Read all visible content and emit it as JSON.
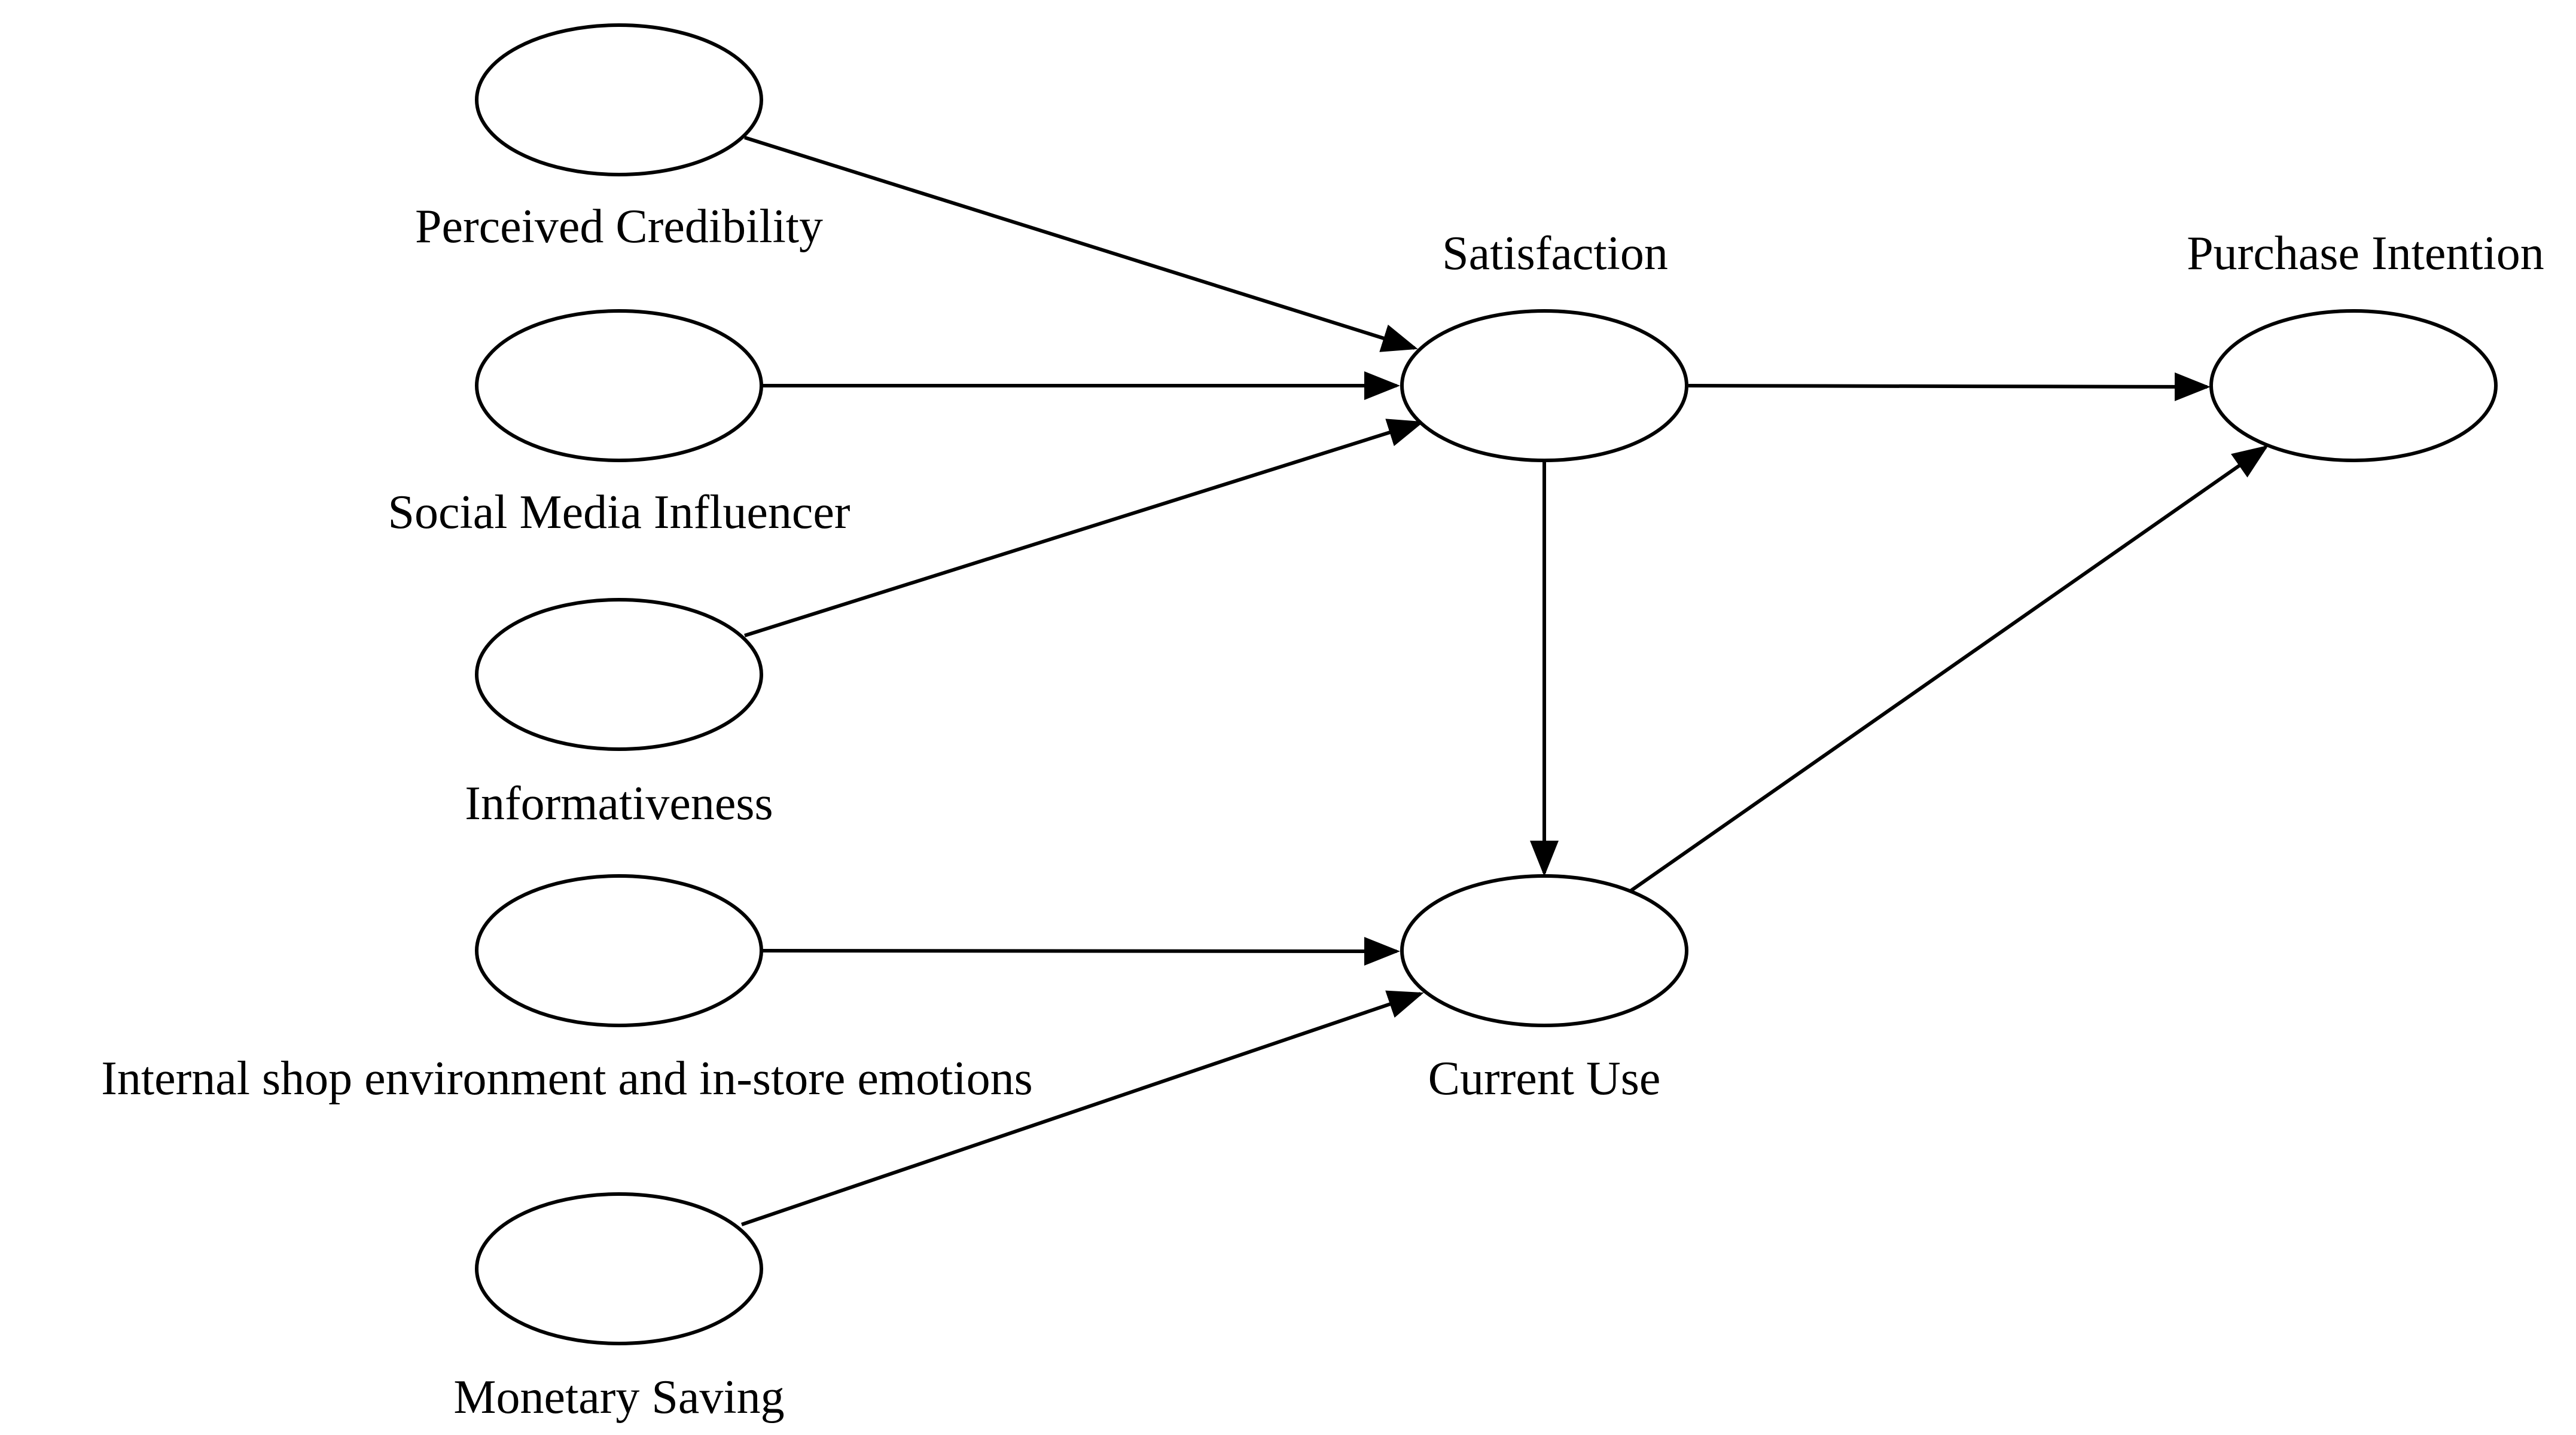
{
  "diagram": {
    "nodes": [
      {
        "id": "perceived_credibility",
        "label": "Perceived Credibility"
      },
      {
        "id": "social_media_influencer",
        "label": "Social Media Influencer"
      },
      {
        "id": "informativeness",
        "label": "Informativeness"
      },
      {
        "id": "internal_shop",
        "label": "Internal shop environment and in-store emotions"
      },
      {
        "id": "monetary_saving",
        "label": "Monetary Saving"
      },
      {
        "id": "satisfaction",
        "label": "Satisfaction"
      },
      {
        "id": "current_use",
        "label": "Current Use"
      },
      {
        "id": "purchase_intention",
        "label": "Purchase Intention"
      }
    ],
    "edges": [
      {
        "from": "perceived_credibility",
        "to": "satisfaction"
      },
      {
        "from": "social_media_influencer",
        "to": "satisfaction"
      },
      {
        "from": "informativeness",
        "to": "satisfaction"
      },
      {
        "from": "satisfaction",
        "to": "purchase_intention"
      },
      {
        "from": "satisfaction",
        "to": "current_use"
      },
      {
        "from": "internal_shop",
        "to": "current_use"
      },
      {
        "from": "monetary_saving",
        "to": "current_use"
      },
      {
        "from": "current_use",
        "to": "purchase_intention"
      }
    ]
  }
}
